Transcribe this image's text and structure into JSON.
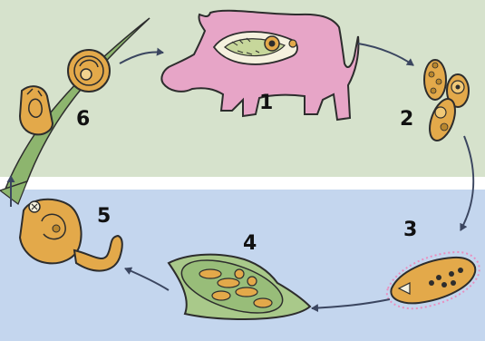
{
  "labels": {
    "n1": "1",
    "n2": "2",
    "n3": "3",
    "n4": "4",
    "n5": "5",
    "n6": "6"
  },
  "colors": {
    "top_background": "#d6e2cc",
    "bottom_background": "#c4d6ee",
    "divider": "#ffffff",
    "host_body": "#e7a5c7",
    "stage_fill": "#e3a94a",
    "snail_fill": "#a9c98a",
    "grass": "#8db56e",
    "outline": "#2d2d2d",
    "arrow": "#3b4660"
  }
}
